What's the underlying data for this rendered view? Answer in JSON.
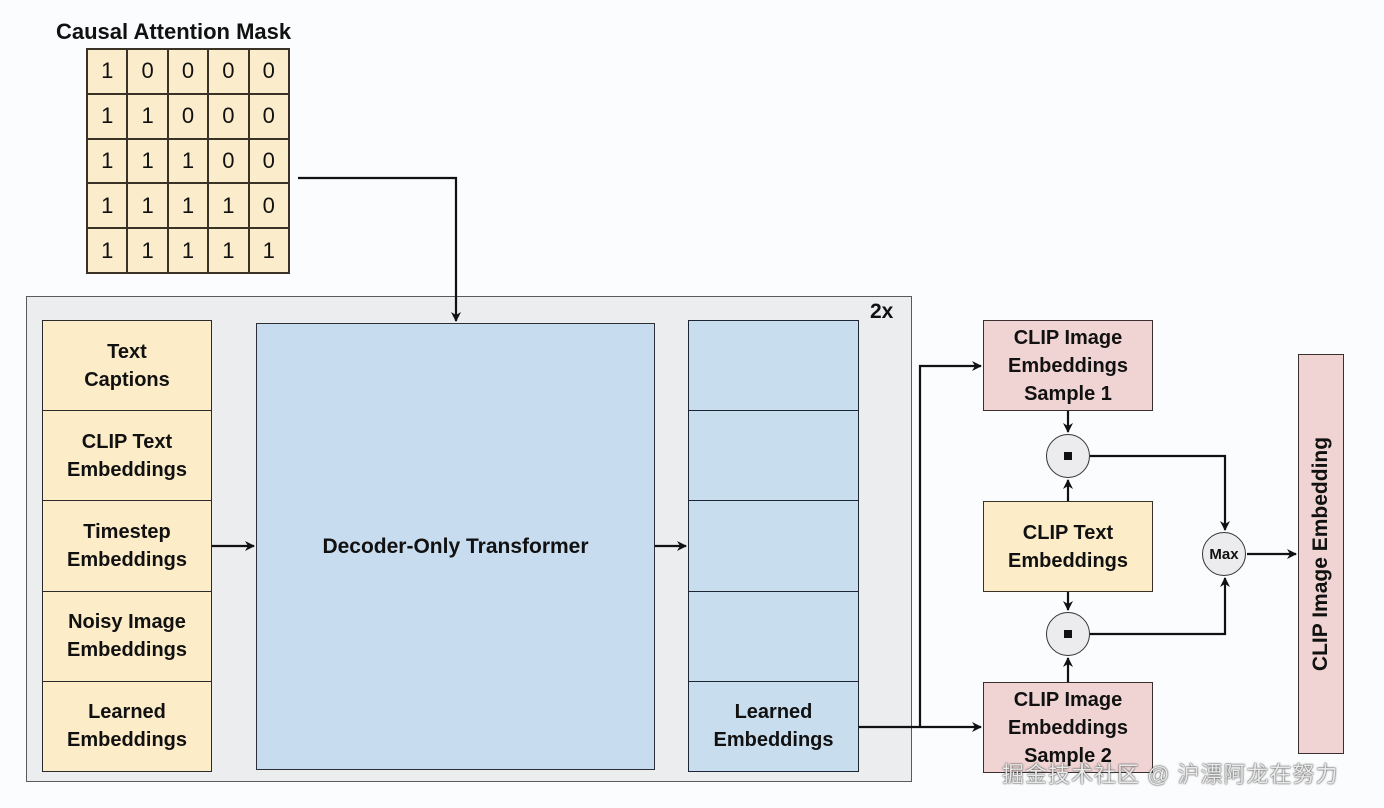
{
  "mask": {
    "title": "Causal Attention Mask",
    "rows": [
      [
        "1",
        "0",
        "0",
        "0",
        "0"
      ],
      [
        "1",
        "1",
        "0",
        "0",
        "0"
      ],
      [
        "1",
        "1",
        "1",
        "0",
        "0"
      ],
      [
        "1",
        "1",
        "1",
        "1",
        "0"
      ],
      [
        "1",
        "1",
        "1",
        "1",
        "1"
      ]
    ]
  },
  "block": {
    "repeat_label": "2x",
    "inputs": [
      "Text\nCaptions",
      "CLIP Text\nEmbeddings",
      "Timestep\nEmbeddings",
      "Noisy Image\nEmbeddings",
      "Learned\nEmbeddings"
    ],
    "transformer_label": "Decoder-Only Transformer",
    "outputs": [
      "",
      "",
      "",
      "",
      "Learned\nEmbeddings"
    ]
  },
  "scoring": {
    "image_sample_1": "CLIP Image\nEmbeddings\nSample 1",
    "text_embeddings": "CLIP Text\nEmbeddings",
    "image_sample_2": "CLIP Image\nEmbeddings\nSample 2",
    "dot_product_symbol": "dot",
    "max_label": "Max",
    "final_output": "CLIP Image Embedding"
  },
  "watermark": "掘金技术社区 @ 沪漂阿龙在努力",
  "colors": {
    "input_fill": "#fcecc8",
    "transformer_fill": "#c7dcee",
    "image_embedding_fill": "#f0d4d4",
    "container_fill": "#ecedef"
  }
}
